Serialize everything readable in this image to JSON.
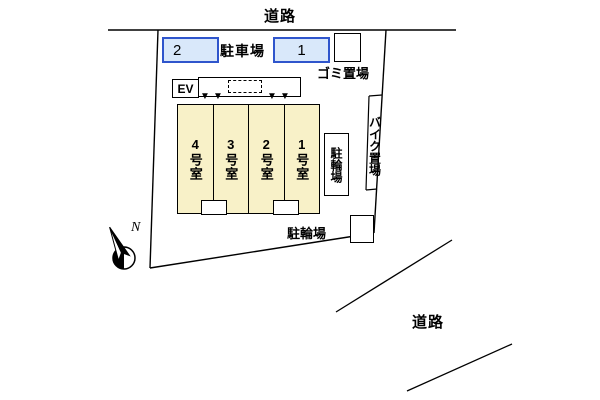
{
  "roads": {
    "top": "道路",
    "bottom": "道路"
  },
  "parking": {
    "label": "駐車場",
    "spaces": [
      {
        "num": "2"
      },
      {
        "num": "1"
      }
    ]
  },
  "garbage": {
    "label": "ゴミ置場"
  },
  "elevator": {
    "label": "EV"
  },
  "rooms": [
    {
      "label": "4号室"
    },
    {
      "label": "3号室"
    },
    {
      "label": "2号室"
    },
    {
      "label": "1号室"
    }
  ],
  "bicycle": {
    "side_label": "駐輪場",
    "bottom_label": "駐輪場"
  },
  "bike": {
    "label": "バイク置場"
  },
  "compass": {
    "label": "N"
  },
  "icons": {
    "down_arrow": "▼"
  },
  "colors": {
    "room_fill": "#f8f1c8",
    "parking_fill": "#d9e8fa",
    "parking_border": "#2f55cc",
    "line": "#000000"
  }
}
